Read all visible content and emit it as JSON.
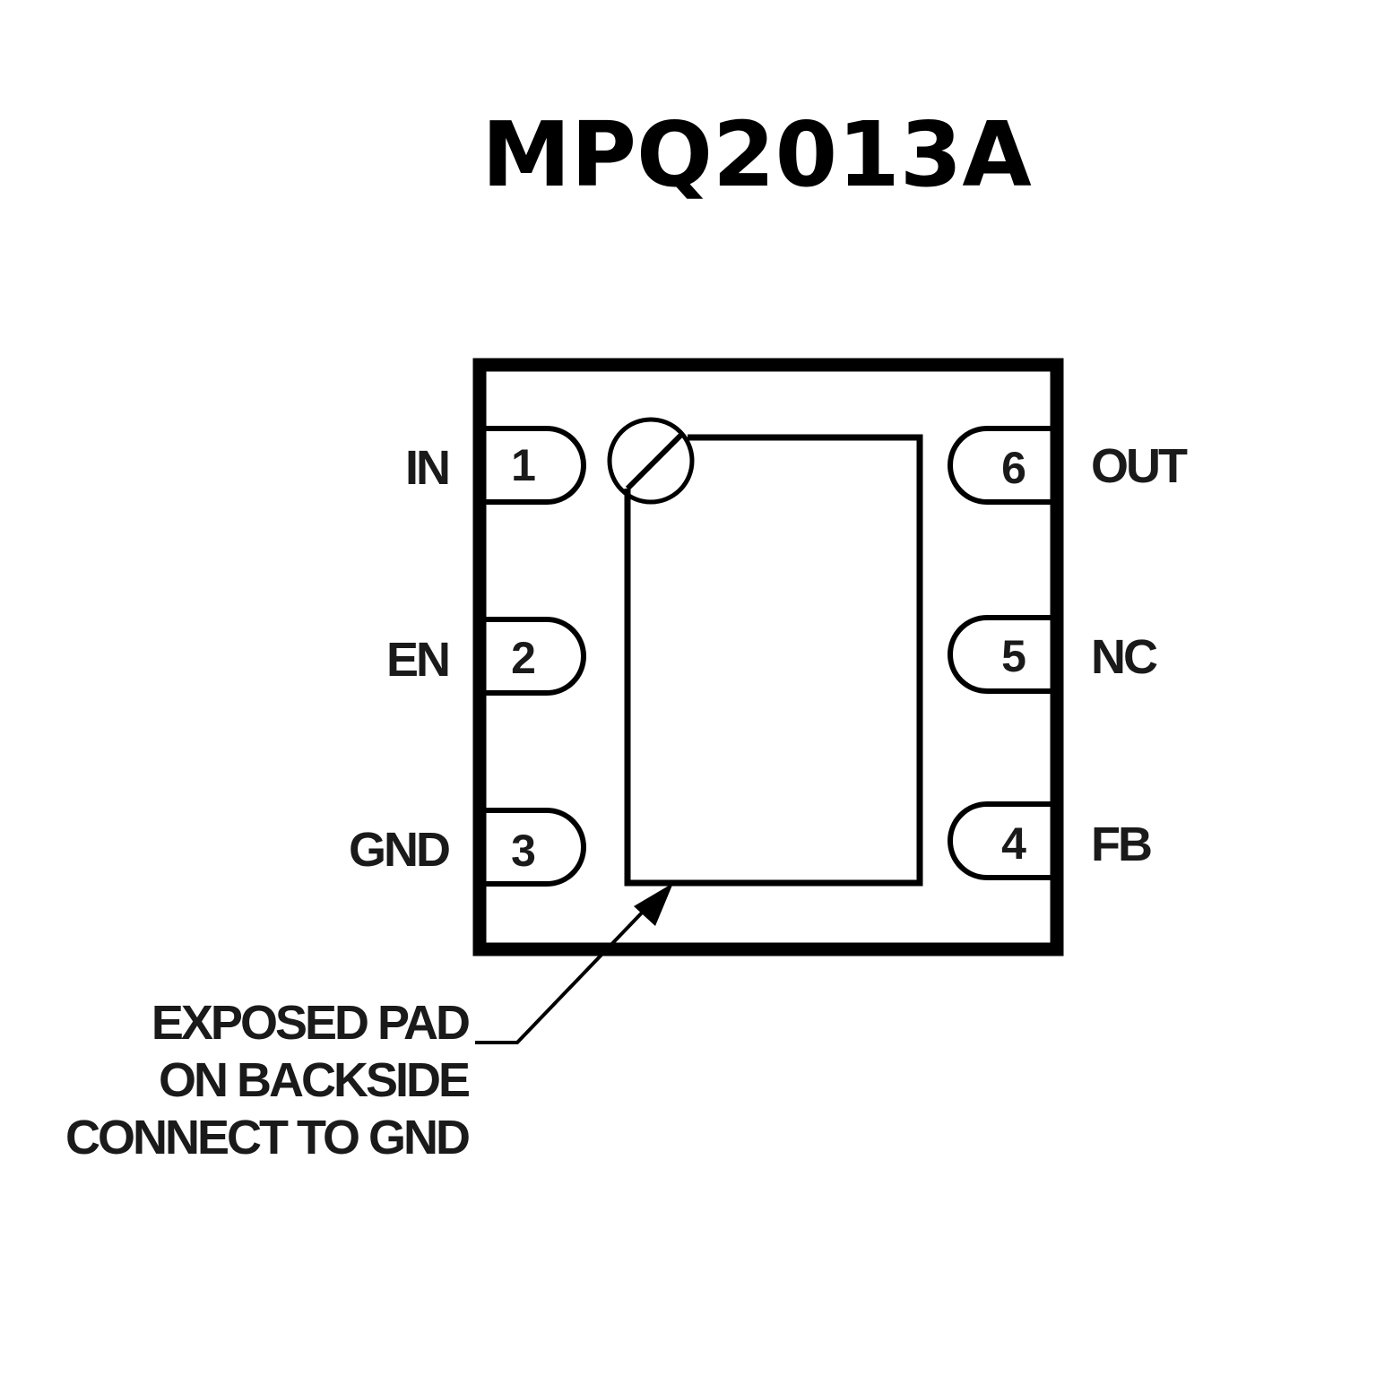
{
  "title": "MPQ2013A",
  "pins": {
    "p1": {
      "number": "1",
      "name": "IN"
    },
    "p2": {
      "number": "2",
      "name": "EN"
    },
    "p3": {
      "number": "3",
      "name": "GND"
    },
    "p4": {
      "number": "4",
      "name": "FB"
    },
    "p5": {
      "number": "5",
      "name": "NC"
    },
    "p6": {
      "number": "6",
      "name": "OUT"
    }
  },
  "note": {
    "line1": "EXPOSED PAD",
    "line2": "ON BACKSIDE",
    "line3": "CONNECT TO GND"
  }
}
